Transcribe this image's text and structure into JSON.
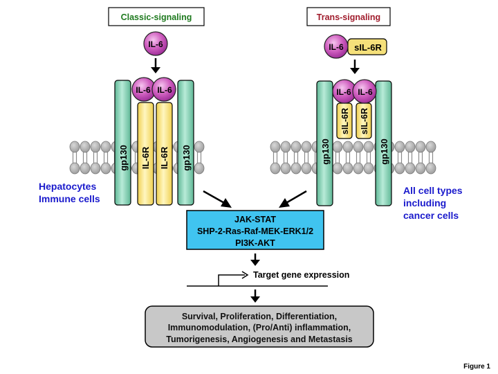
{
  "classic": {
    "title": "Classic-signaling",
    "title_color": "#1f7a1f",
    "ligand": "IL-6",
    "complex_ligand_left": "IL-6",
    "complex_ligand_right": "IL-6",
    "receptor_left": "IL-6R",
    "receptor_right": "IL-6R",
    "gp130_left": "gp130",
    "gp130_right": "gp130",
    "cell_types": [
      "Hepatocytes",
      "Immune cells"
    ]
  },
  "trans": {
    "title": "Trans-signaling",
    "title_color": "#a01c2c",
    "ligand": "IL-6",
    "soluble_receptor": "sIL-6R",
    "complex_ligand_left": "IL-6",
    "complex_ligand_right": "IL-6",
    "receptor_left": "sIL-6R",
    "receptor_right": "sIL-6R",
    "gp130_left": "gp130",
    "gp130_right": "gp130",
    "cell_types": [
      "All cell types",
      "including",
      "cancer cells"
    ]
  },
  "pathways": {
    "lines": [
      "JAK-STAT",
      "SHP-2-Ras-Raf-MEK-ERK1/2",
      "PI3K-AKT"
    ]
  },
  "gene": {
    "label": "Target gene expression"
  },
  "outcomes": {
    "lines": [
      "Survival, Proliferation, Differentiation,",
      "Immunomodulation, (Pro/Anti) inflammation,",
      "Tumorigenesis, Angiogenesis and Metastasis"
    ]
  },
  "figure_label": "Figure 1",
  "colors": {
    "ligand": "#c850b8",
    "receptor": "#f5e07a",
    "gp130": "#7fcfb0",
    "pathway_box": "#40c4f0",
    "outcome_box": "#c8c8c8",
    "membrane": "#a8a8a8",
    "cell_type_text": "#1a1acc"
  }
}
